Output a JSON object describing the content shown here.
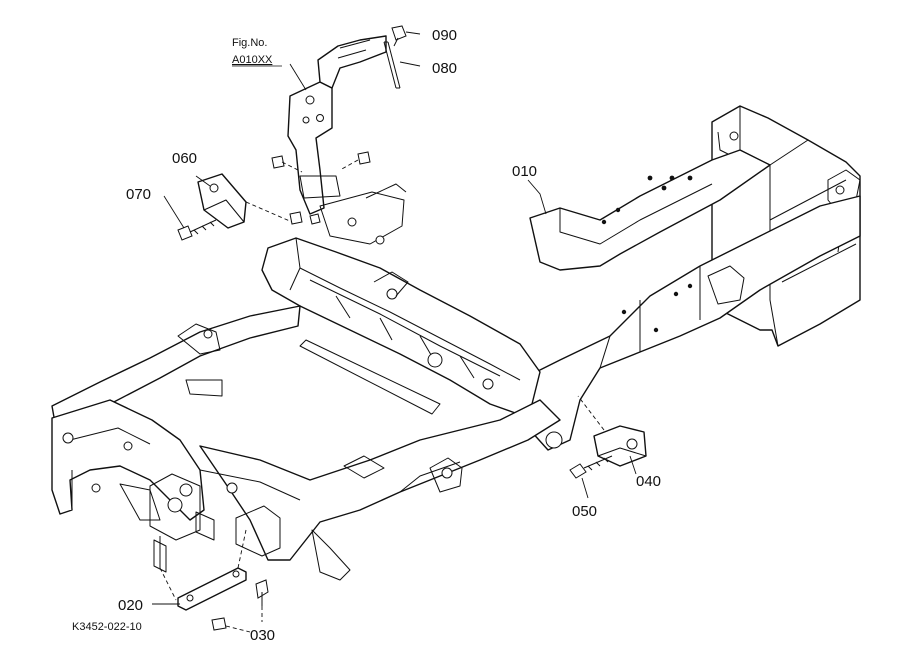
{
  "figure_ref": {
    "line1": "Fig.No.",
    "line2": "A010XX"
  },
  "parts": {
    "p010": "010",
    "p020": "020",
    "p030": "030",
    "p040": "040",
    "p050": "050",
    "p060": "060",
    "p070": "070",
    "p080": "080",
    "p090": "090"
  },
  "diagram_id": "K3452-022-10"
}
